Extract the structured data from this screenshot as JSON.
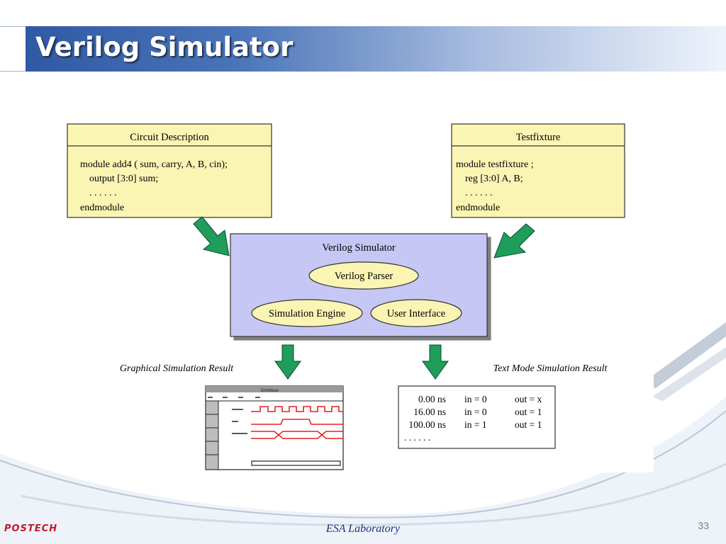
{
  "slide": {
    "title": "Verilog Simulator",
    "footer_logo": "POSTECH",
    "footer_center": "ESA Laboratory",
    "page_number": "33"
  },
  "diagram": {
    "circuit_description": {
      "header": "Circuit Description",
      "lines": [
        "module add4 ( sum, carry, A, B, cin);",
        "output [3:0] sum;",
        ". . . . . .",
        "endmodule"
      ]
    },
    "testfixture": {
      "header": "Testfixture",
      "lines": [
        "module testfixture ;",
        "reg [3:0] A, B;",
        ". . . . . .",
        "endmodule"
      ]
    },
    "simulator": {
      "title": "Verilog Simulator",
      "parser": "Verilog Parser",
      "engine": "Simulation Engine",
      "ui": "User Interface"
    },
    "graphical_result_label": "Graphical Simulation Result",
    "text_result_label": "Text Mode Simulation Result",
    "simwave_title": "SimWave",
    "text_result": {
      "rows": [
        [
          "0.00 ns",
          "in = 0",
          "out = x"
        ],
        [
          "16.00 ns",
          "in = 0",
          "out = 1"
        ],
        [
          "100.00 ns",
          "in = 1",
          "out = 1"
        ]
      ],
      "ellipsis": ". . . . . ."
    }
  },
  "colors": {
    "note_fill": "#fbf5b4",
    "simulator_fill": "#c7c7f5",
    "ellipse_fill": "#fbf5b4",
    "arrow_fill": "#1e9d5b",
    "wave_red": "#e8201c",
    "footer_red": "#c0192c",
    "footer_navy": "#1f2f7a"
  }
}
